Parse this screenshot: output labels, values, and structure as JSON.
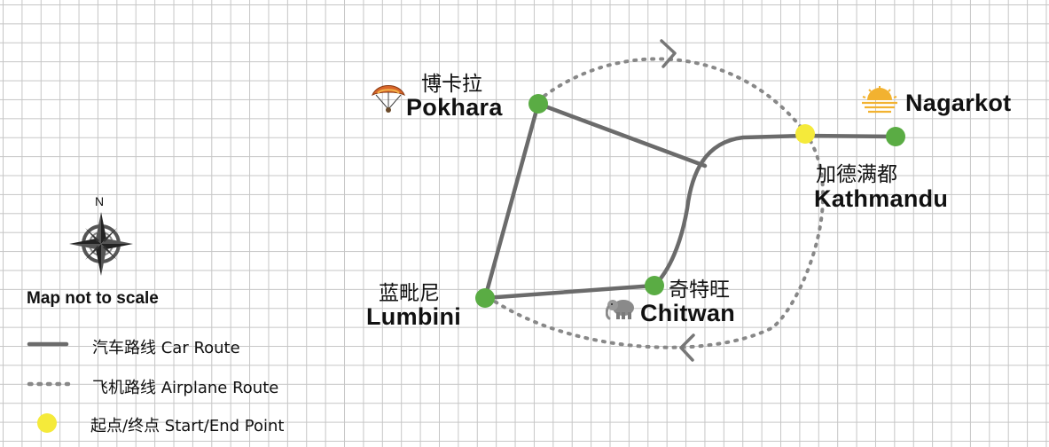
{
  "cities": {
    "pokhara": {
      "cn": "博卡拉",
      "en": "Pokhara"
    },
    "nagarkot": {
      "en": "Nagarkot"
    },
    "kathmandu": {
      "cn": "加德满都",
      "en": "Kathmandu"
    },
    "lumbini": {
      "cn": "蓝毗尼",
      "en": "Lumbini"
    },
    "chitwan": {
      "cn": "奇特旺",
      "en": "Chitwan"
    }
  },
  "icons": {
    "pokhara": "paraglider-icon",
    "nagarkot": "sunrise-icon",
    "chitwan": "elephant-icon",
    "compass": "compass-rose-icon"
  },
  "compass": {
    "north_label": "N"
  },
  "legend": {
    "title": "Map not to scale",
    "car_route": "汽车路线 Car Route",
    "airplane_route": "飞机路线 Airplane Route",
    "start_end_point": "起点/终点 Start/End Point"
  },
  "colors": {
    "city_dot": "#5aac44",
    "start_end_dot": "#f5ea3a",
    "car_route": "#6b6b6b",
    "airplane_route": "#888888",
    "grid": "#c6c6c6"
  }
}
